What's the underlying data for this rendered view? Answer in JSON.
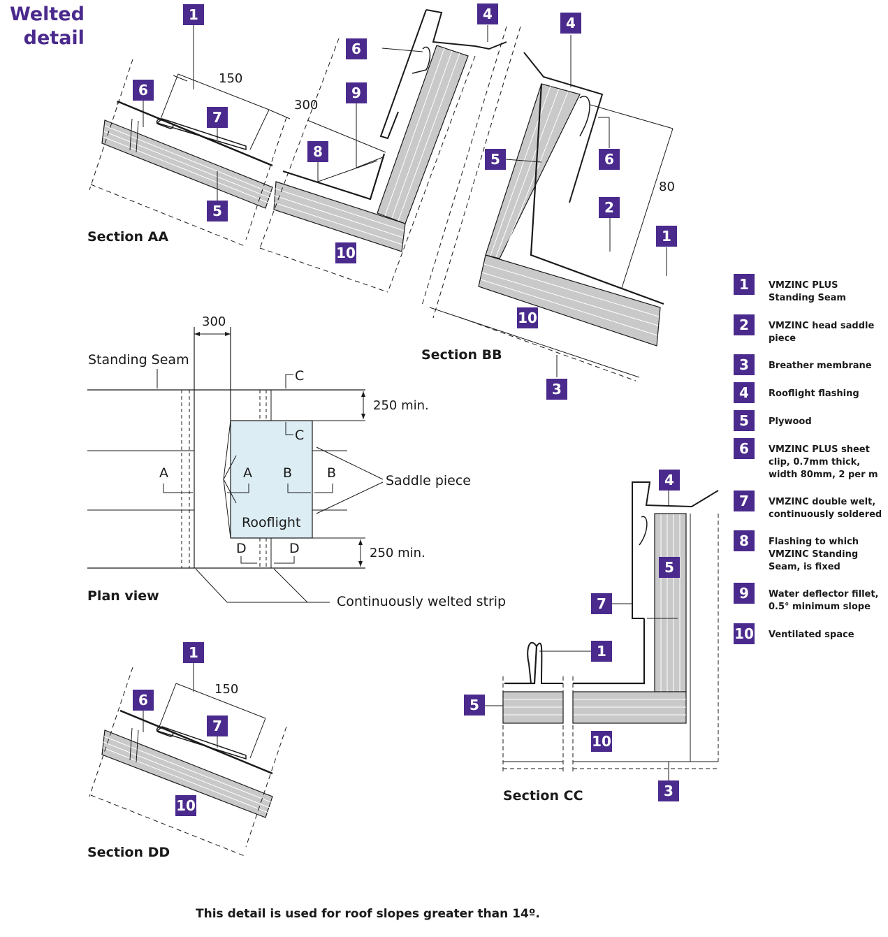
{
  "title_line1": "Welted",
  "title_line2": "detail",
  "sections": {
    "aa": "Section AA",
    "bb": "Section BB",
    "cc": "Section CC",
    "dd": "Section DD",
    "plan": "Plan view"
  },
  "dims": {
    "d150_top": "150",
    "d300_top": "300",
    "d80": "80",
    "d300_plan": "300",
    "d250_top": "250 min.",
    "d250_bottom": "250 min.",
    "d150_dd": "150"
  },
  "plan": {
    "standing_seam": "Standing Seam",
    "rooflight": "Rooflight",
    "saddle_piece": "Saddle piece",
    "welted_strip": "Continuously welted strip",
    "cut_a_left": "A",
    "cut_a_right": "A",
    "cut_b_left": "B",
    "cut_b_right": "B",
    "cut_c_top": "C",
    "cut_c_bottom": "C",
    "cut_d_left": "D",
    "cut_d_right": "D"
  },
  "badges": {
    "aa_1": "1",
    "aa_6": "6",
    "aa_7": "7",
    "aa_5": "5",
    "bb_6": "6",
    "bb_4a": "4",
    "bb_9": "9",
    "bb_8": "8",
    "bb_10a": "10",
    "bb_4b": "4",
    "bb_5": "5",
    "bb_6b": "6",
    "bb_2": "2",
    "bb_1": "1",
    "bb_10b": "10",
    "bb_3": "3",
    "cc_4": "4",
    "cc_5a": "5",
    "cc_7": "7",
    "cc_1": "1",
    "cc_5b": "5",
    "cc_10": "10",
    "cc_3": "3",
    "dd_1": "1",
    "dd_6": "6",
    "dd_7": "7",
    "dd_10": "10"
  },
  "legend": [
    {
      "num": "1",
      "text": "VMZINC PLUS Standing Seam"
    },
    {
      "num": "2",
      "text": "VMZINC head saddle piece"
    },
    {
      "num": "3",
      "text": "Breather membrane"
    },
    {
      "num": "4",
      "text": "Rooflight flashing"
    },
    {
      "num": "5",
      "text": "Plywood"
    },
    {
      "num": "6",
      "text": "VMZINC PLUS sheet clip, 0.7mm thick, width 80mm, 2 per m"
    },
    {
      "num": "7",
      "text": "VMZINC double welt, continuously soldered"
    },
    {
      "num": "8",
      "text": "Flashing to which VMZINC Standing Seam, is fixed"
    },
    {
      "num": "9",
      "text": "Water deflector fillet, 0.5° minimum slope"
    },
    {
      "num": "10",
      "text": "Ventilated space"
    }
  ],
  "footer": "This detail is used for roof slopes greater than 14º.",
  "colors": {
    "accent": "#4a2a8c",
    "rooflight_fill": "#dcedf4",
    "ply_fill": "#c9c9c9"
  }
}
